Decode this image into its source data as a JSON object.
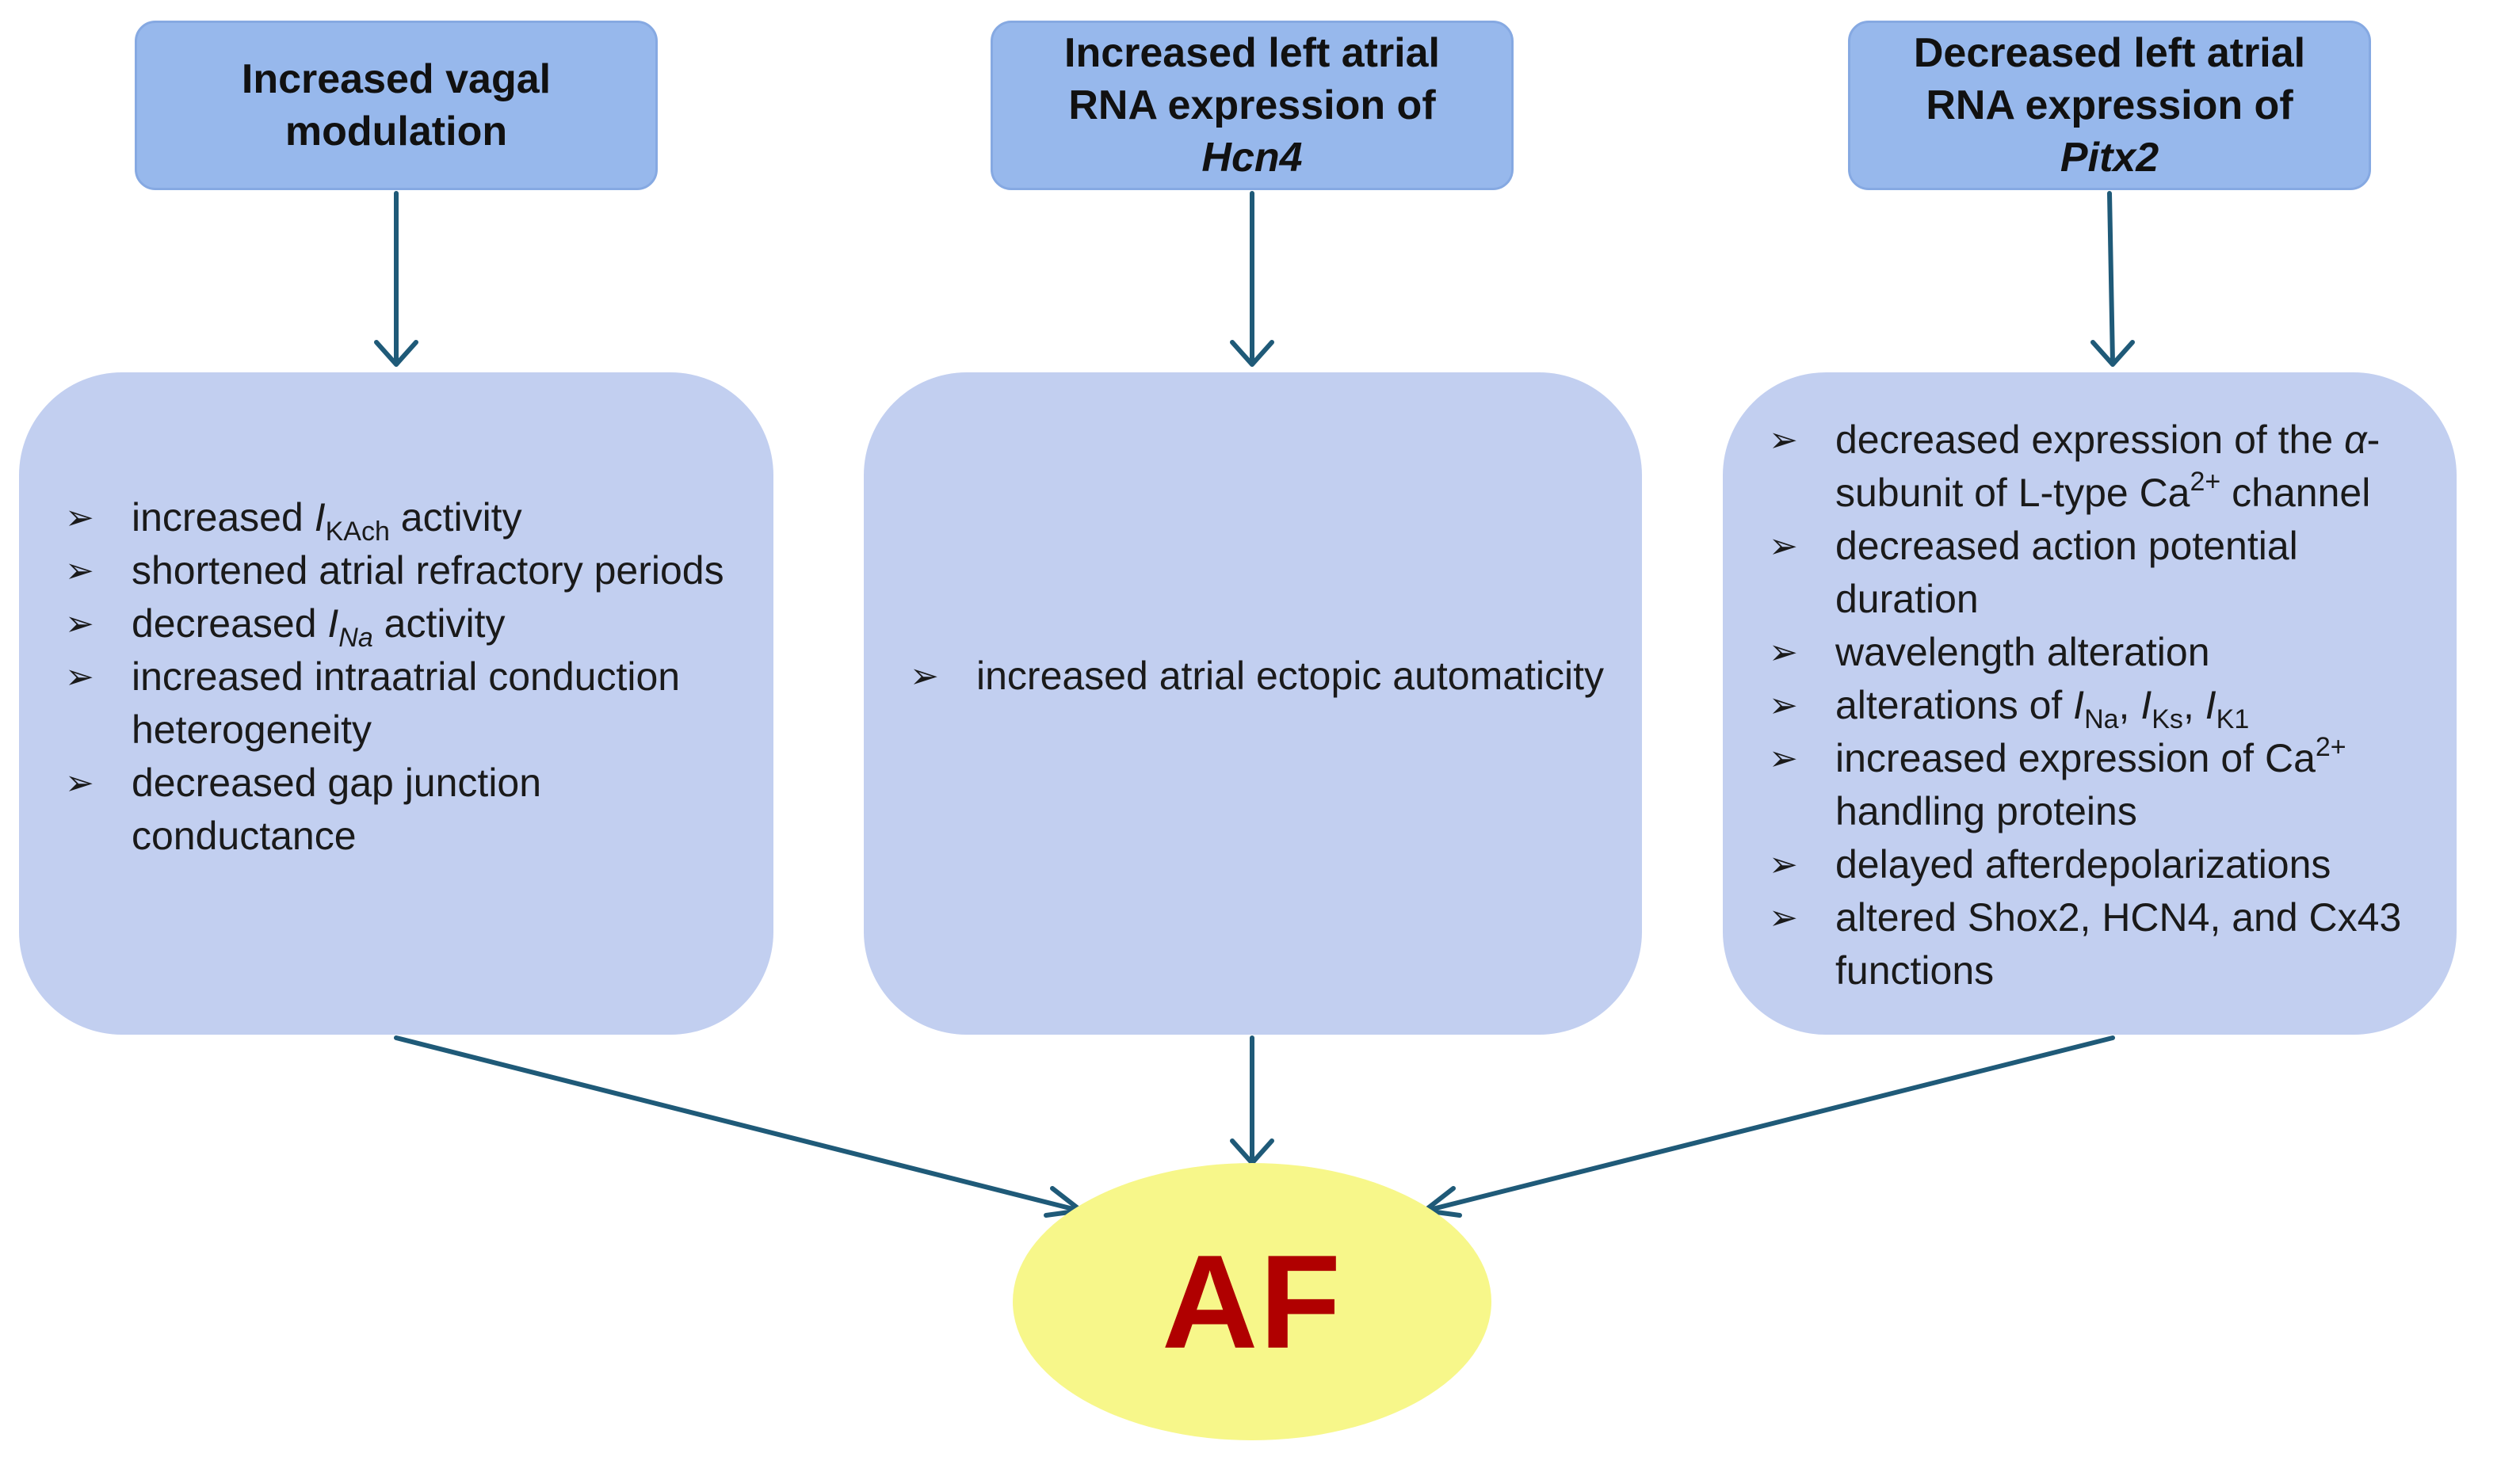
{
  "colors": {
    "header_fill": "#97b8ec",
    "detail_fill": "#c2cff0",
    "arrow": "#1f5a78",
    "af_fill": "#f7f78a",
    "af_text": "#b00000"
  },
  "icons": {
    "bullet": "arrowhead-bullet-icon",
    "bullet_glyph": "➢"
  },
  "headers": {
    "vagal": {
      "line1": "Increased vagal",
      "line2": "modulation"
    },
    "hcn4": {
      "line1": "Increased left atrial",
      "line2": "RNA expression of",
      "line3": "Hcn4"
    },
    "pitx2": {
      "line1": "Decreased left atrial",
      "line2": "RNA expression of",
      "line3": "Pitx2"
    }
  },
  "vagal_items": [
    {
      "parts": [
        {
          "t": "increased "
        },
        {
          "t": "I",
          "s": "it"
        },
        {
          "t": "KAch",
          "s": "sub"
        },
        {
          "t": " activity"
        }
      ]
    },
    {
      "parts": [
        {
          "t": "shortened atrial refractory periods"
        }
      ]
    },
    {
      "parts": [
        {
          "t": "decreased "
        },
        {
          "t": "I",
          "s": "it"
        },
        {
          "t": "Na",
          "s": "itsub"
        },
        {
          "t": " activity"
        }
      ]
    },
    {
      "parts": [
        {
          "t": "increased intraatrial conduction heterogeneity"
        }
      ]
    },
    {
      "parts": [
        {
          "t": "decreased gap junction conductance"
        }
      ]
    }
  ],
  "hcn4_items": [
    {
      "parts": [
        {
          "t": "increased atrial ectopic automaticity"
        }
      ]
    }
  ],
  "pitx2_items": [
    {
      "parts": [
        {
          "t": "decreased expression of the "
        },
        {
          "t": "α",
          "s": "it"
        },
        {
          "t": "-subunit of L-type Ca"
        },
        {
          "t": "2+",
          "s": "sup"
        },
        {
          "t": " channel"
        }
      ]
    },
    {
      "parts": [
        {
          "t": "decreased action potential duration"
        }
      ]
    },
    {
      "parts": [
        {
          "t": "wavelength alteration"
        }
      ]
    },
    {
      "parts": [
        {
          "t": "alterations of "
        },
        {
          "t": "I",
          "s": "it"
        },
        {
          "t": "Na",
          "s": "sub"
        },
        {
          "t": ", "
        },
        {
          "t": "I",
          "s": "it"
        },
        {
          "t": "Ks",
          "s": "sub"
        },
        {
          "t": ", "
        },
        {
          "t": "I",
          "s": "it"
        },
        {
          "t": "K1",
          "s": "sub"
        }
      ]
    },
    {
      "parts": [
        {
          "t": "increased expression of Ca"
        },
        {
          "t": "2+",
          "s": "sup"
        },
        {
          "t": " handling proteins"
        }
      ]
    },
    {
      "parts": [
        {
          "t": "delayed afterdepolarizations"
        }
      ]
    },
    {
      "parts": [
        {
          "t": "altered Shox2, HCN4, and Cx43 functions"
        }
      ]
    }
  ],
  "outcome": {
    "label": "AF"
  }
}
